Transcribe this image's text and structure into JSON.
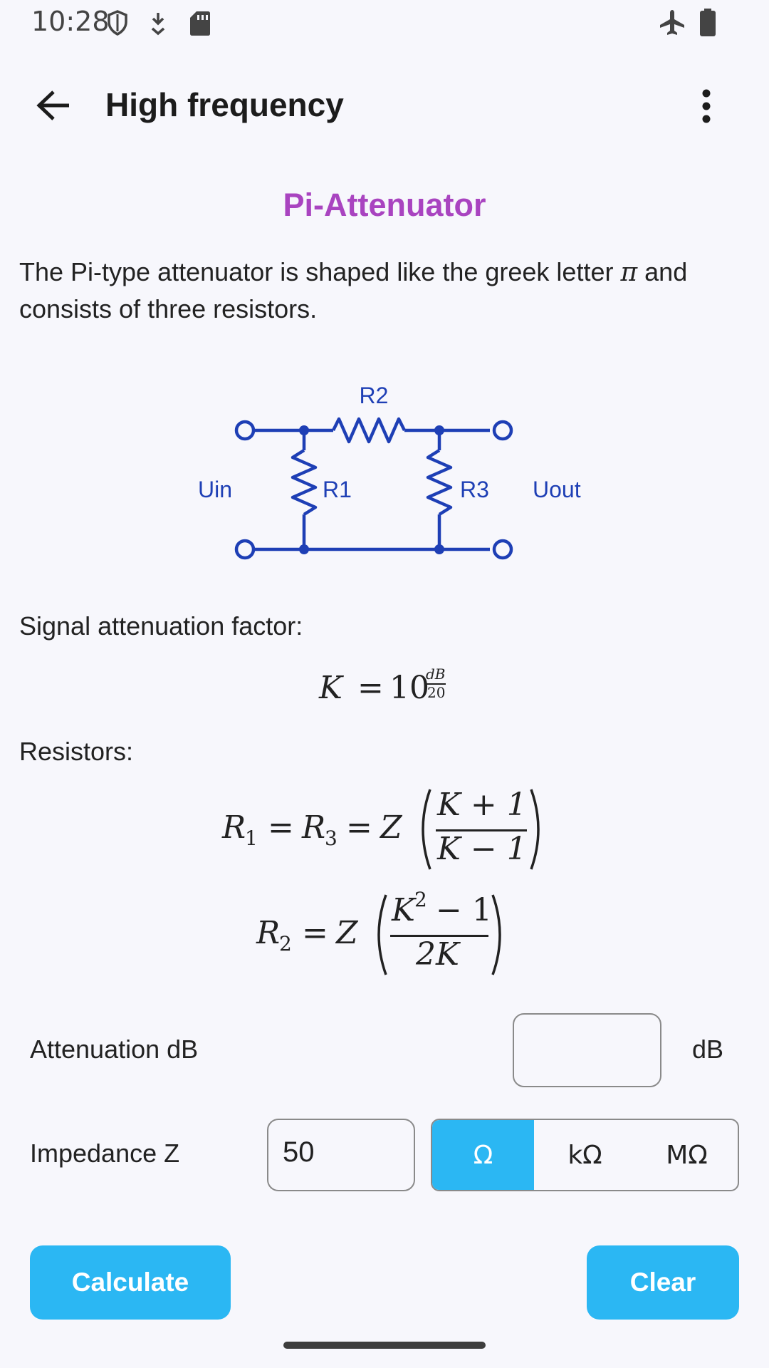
{
  "status_bar": {
    "time": "10:28",
    "icons": [
      "shield-icon",
      "download-icon",
      "sd-card-icon",
      "airplane-icon",
      "battery-icon"
    ]
  },
  "app_bar": {
    "title": "High frequency",
    "back_icon": "arrow-back-icon",
    "menu_icon": "more-vert-icon"
  },
  "content": {
    "heading": "Pi-Attenuator",
    "intro_before": "The Pi-type attenuator is shaped like the greek letter ",
    "intro_symbol": "π",
    "intro_after": " and consists of three resistors.",
    "diagram": {
      "labels": {
        "r1": "R1",
        "r2": "R2",
        "r3": "R3",
        "input": "Uin",
        "output": "Uout"
      }
    },
    "attenuation_factor_label": "Signal attenuation factor:",
    "formula_k": {
      "lhs": "K",
      "eq": "=",
      "base": "10",
      "exp_num": "dB",
      "exp_den": "20"
    },
    "resistors_label": "Resistors:",
    "formula_r1": {
      "r1": "R",
      "r1_sub": "1",
      "r3": "R",
      "r3_sub": "3",
      "eq": "=",
      "z": "Z",
      "num": "K + 1",
      "den": "K − 1"
    },
    "formula_r2": {
      "r2": "R",
      "r2_sub": "2",
      "eq": "=",
      "z": "Z",
      "num_base": "K",
      "num_exp": "2",
      "num_rest": " − 1",
      "den": "2K"
    }
  },
  "calculator": {
    "attenuation": {
      "label": "Attenuation dB",
      "value": "",
      "unit": "dB"
    },
    "impedance": {
      "label": "Impedance Z",
      "value": "50",
      "units": [
        "Ω",
        "kΩ",
        "MΩ"
      ],
      "selected_unit": "Ω"
    },
    "calculate_label": "Calculate",
    "clear_label": "Clear"
  },
  "colors": {
    "accent": "#2BB7F3",
    "heading": "#A944C0",
    "schematic": "#1E3FB5",
    "background": "#F7F7FC"
  }
}
